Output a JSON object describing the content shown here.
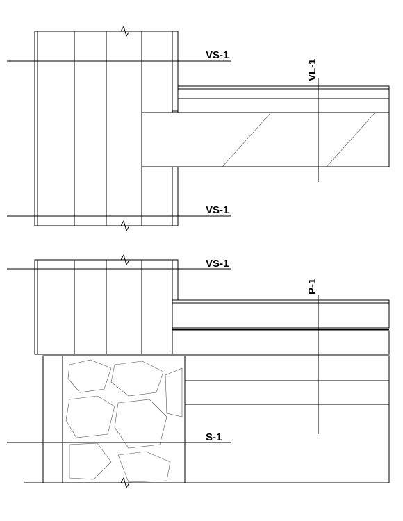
{
  "drawing": {
    "labels": {
      "vs1_top": "VS-1",
      "vs1_mid": "VS-1",
      "vs1_lower": "VS-1",
      "vl1": "VL-1",
      "p1": "P-1",
      "s1": "S-1"
    }
  }
}
